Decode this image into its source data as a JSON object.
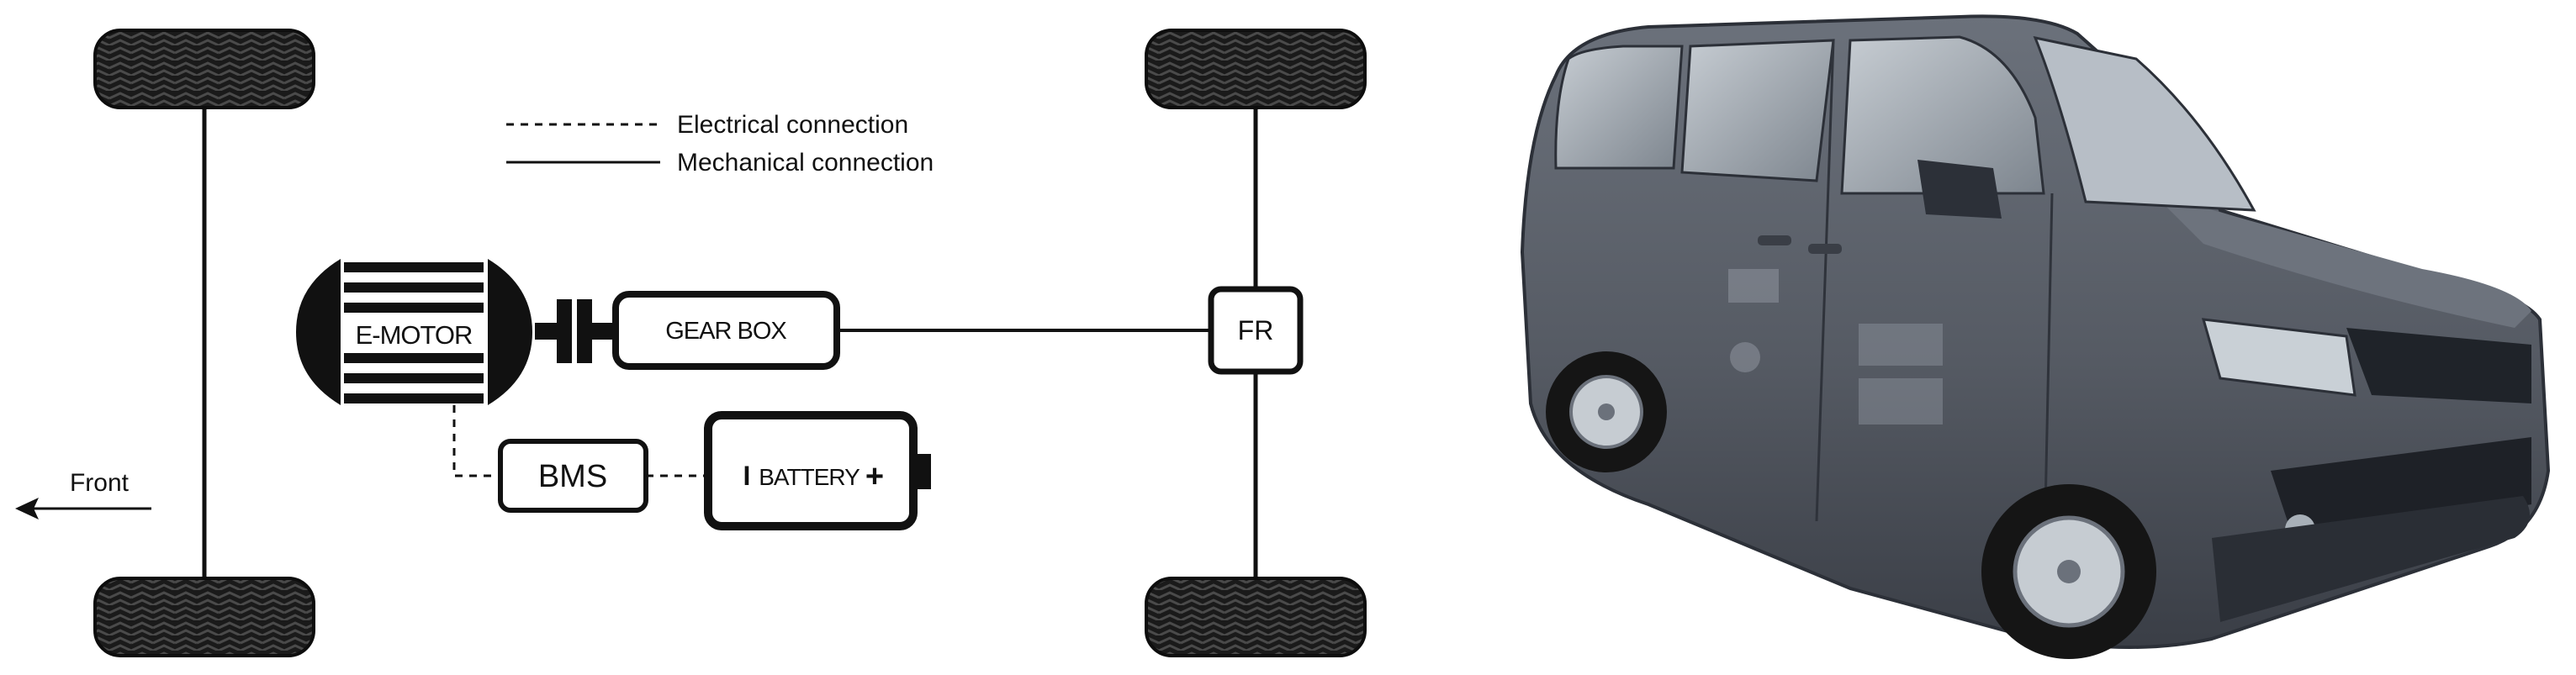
{
  "diagram": {
    "legend": {
      "electrical": "Electrical connection",
      "mechanical": "Mechanical connection"
    },
    "components": {
      "emotor": "E-MOTOR",
      "gearbox": "GEAR BOX",
      "fr": "FR",
      "bms": "BMS",
      "battery": "BATTERY",
      "battery_minus": "I",
      "battery_plus": "+"
    },
    "direction": "Front"
  },
  "colors": {
    "line": "#111111",
    "tire": "#1a1a1a",
    "van_body": "#5a5f68",
    "van_dark": "#2c3038",
    "window": "#aab2ba"
  }
}
